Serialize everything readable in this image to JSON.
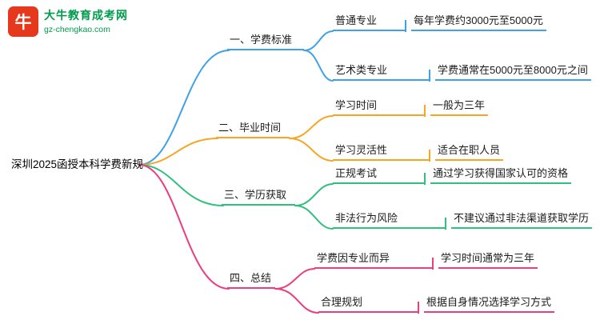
{
  "logo": {
    "icon_glyph": "牛",
    "title": "大牛教育成考网",
    "domain": "gz-chengkao.com"
  },
  "root": {
    "label": "深圳2025函授本科学费新规"
  },
  "colors": {
    "branch1": "#3FA2E9",
    "branch2": "#F5A623",
    "branch3": "#2FBF7F",
    "branch4": "#EC3E7F",
    "logo_red": "#E5381D",
    "logo_green": "#009B4C"
  },
  "branches": [
    {
      "label": "一、学费标准",
      "children": [
        {
          "label": "普通专业",
          "detail": "每年学费约3000元至5000元"
        },
        {
          "label": "艺术类专业",
          "detail": "学费通常在5000元至8000元之间"
        }
      ]
    },
    {
      "label": "二、毕业时间",
      "children": [
        {
          "label": "学习时间",
          "detail": "一般为三年"
        },
        {
          "label": "学习灵活性",
          "detail": "适合在职人员"
        }
      ]
    },
    {
      "label": "三、学历获取",
      "children": [
        {
          "label": "正规考试",
          "detail": "通过学习获得国家认可的资格"
        },
        {
          "label": "非法行为风险",
          "detail": "不建议通过非法渠道获取学历"
        }
      ]
    },
    {
      "label": "四、总结",
      "children": [
        {
          "label": "学费因专业而异",
          "detail": "学习时间通常为三年"
        },
        {
          "label": "合理规划",
          "detail": "根据自身情况选择学习方式"
        }
      ]
    }
  ]
}
